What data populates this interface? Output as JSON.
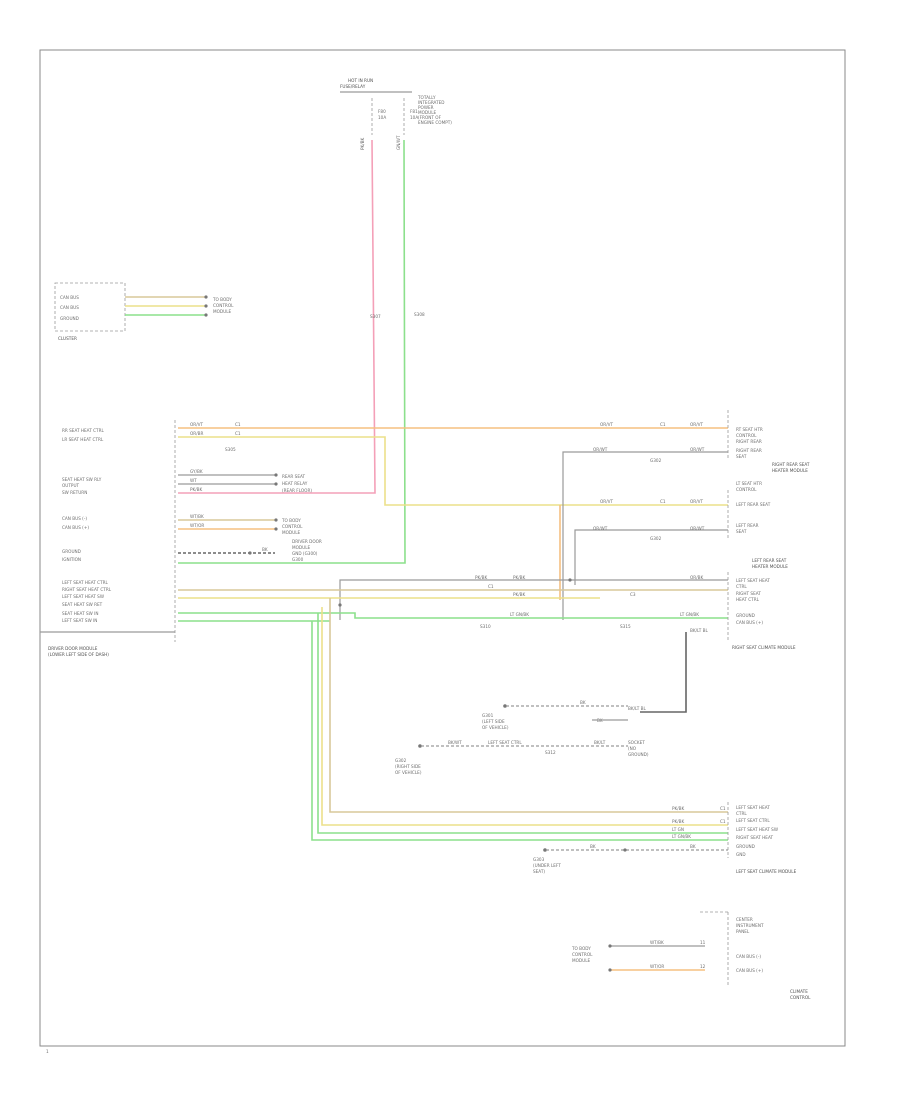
{
  "components": {
    "top": [
      "HOT IN RUN",
      "FUSE/RELAY",
      "TOTALLY",
      "INTEGRATED",
      "POWER",
      "MODULE",
      "(FRONT OF",
      "ENGINE COMPT)"
    ],
    "cluster": "CLUSTER",
    "rear_module": [
      "DRIVER DOOR MODULE",
      "(LOWER LEFT SIDE OF DASH)"
    ],
    "right_rear_seat": [
      "RIGHT REAR SEAT",
      "HEATER MODULE"
    ],
    "left_rear_seat": [
      "LEFT REAR SEAT",
      "HEATER MODULE"
    ],
    "right_clim": "RIGHT SEAT CLIMATE MODULE",
    "left_clim": "LEFT SEAT CLIMATE MODULE",
    "ctrl": [
      "CLIMATE",
      "CONTROL"
    ],
    "g1": [
      "G301",
      "(LEFT SIDE",
      "OF VEHICLE)"
    ],
    "g2": [
      "G302",
      "(RIGHT SIDE",
      "OF VEHICLE)"
    ],
    "g3": [
      "G303",
      "(UNDER LEFT",
      "SEAT)"
    ],
    "page_no": "1"
  }
}
